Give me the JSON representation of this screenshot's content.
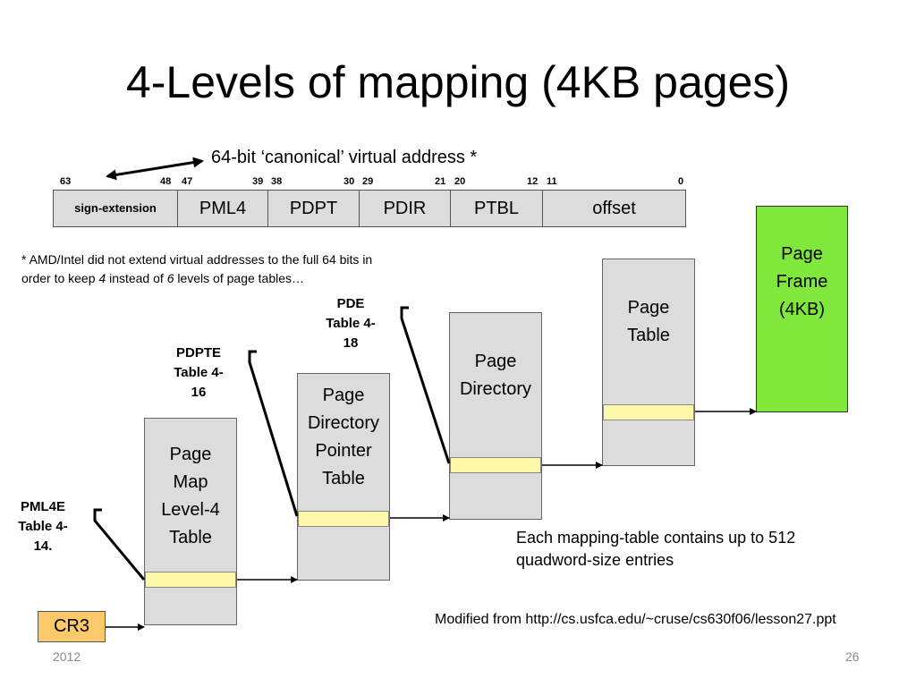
{
  "title": "4-Levels of mapping (4KB pages)",
  "address_label": "64-bit ‘canonical’ virtual address *",
  "bit_numbers": [
    "63",
    "48",
    "47",
    "39",
    "38",
    "30",
    "29",
    "21",
    "20",
    "12",
    "11",
    "0"
  ],
  "address_fields": [
    "sign-extension",
    "PML4",
    "PDPT",
    "PDIR",
    "PTBL",
    "offset"
  ],
  "footnote": {
    "part1": "* AMD/Intel did not extend virtual addresses to the full 64 bits in order to keep ",
    "num1": "4",
    "part2": " instead of ",
    "num2": "6",
    "part3": " levels of page tables…"
  },
  "tables": {
    "pml4": [
      "Page",
      "Map",
      "Level-4",
      "Table"
    ],
    "pdpt": [
      "Page",
      "Directory",
      "Pointer",
      "Table"
    ],
    "pdir": [
      "Page",
      "Directory"
    ],
    "ptbl": [
      "Page",
      "Table"
    ],
    "frame": [
      "Page",
      "Frame",
      "(4KB)"
    ]
  },
  "refs": {
    "pml4e": [
      "PML4E",
      "Table 4-",
      "14."
    ],
    "pdpte": [
      "PDPTE",
      "Table 4-",
      "16"
    ],
    "pde": [
      "PDE",
      "Table 4-",
      "18"
    ]
  },
  "cr3": "CR3",
  "note": "Each mapping-table contains up to 512 quadword-size entries",
  "source": "Modified from http://cs.usfca.edu/~cruse/cs630f06/lesson27.ppt",
  "footer": {
    "year": "2012",
    "slide_number": "26"
  },
  "colors": {
    "entry": "#fff8a8",
    "table": "#dcdcdc",
    "frame": "#7fe83a",
    "cr3": "#fcc96a"
  }
}
